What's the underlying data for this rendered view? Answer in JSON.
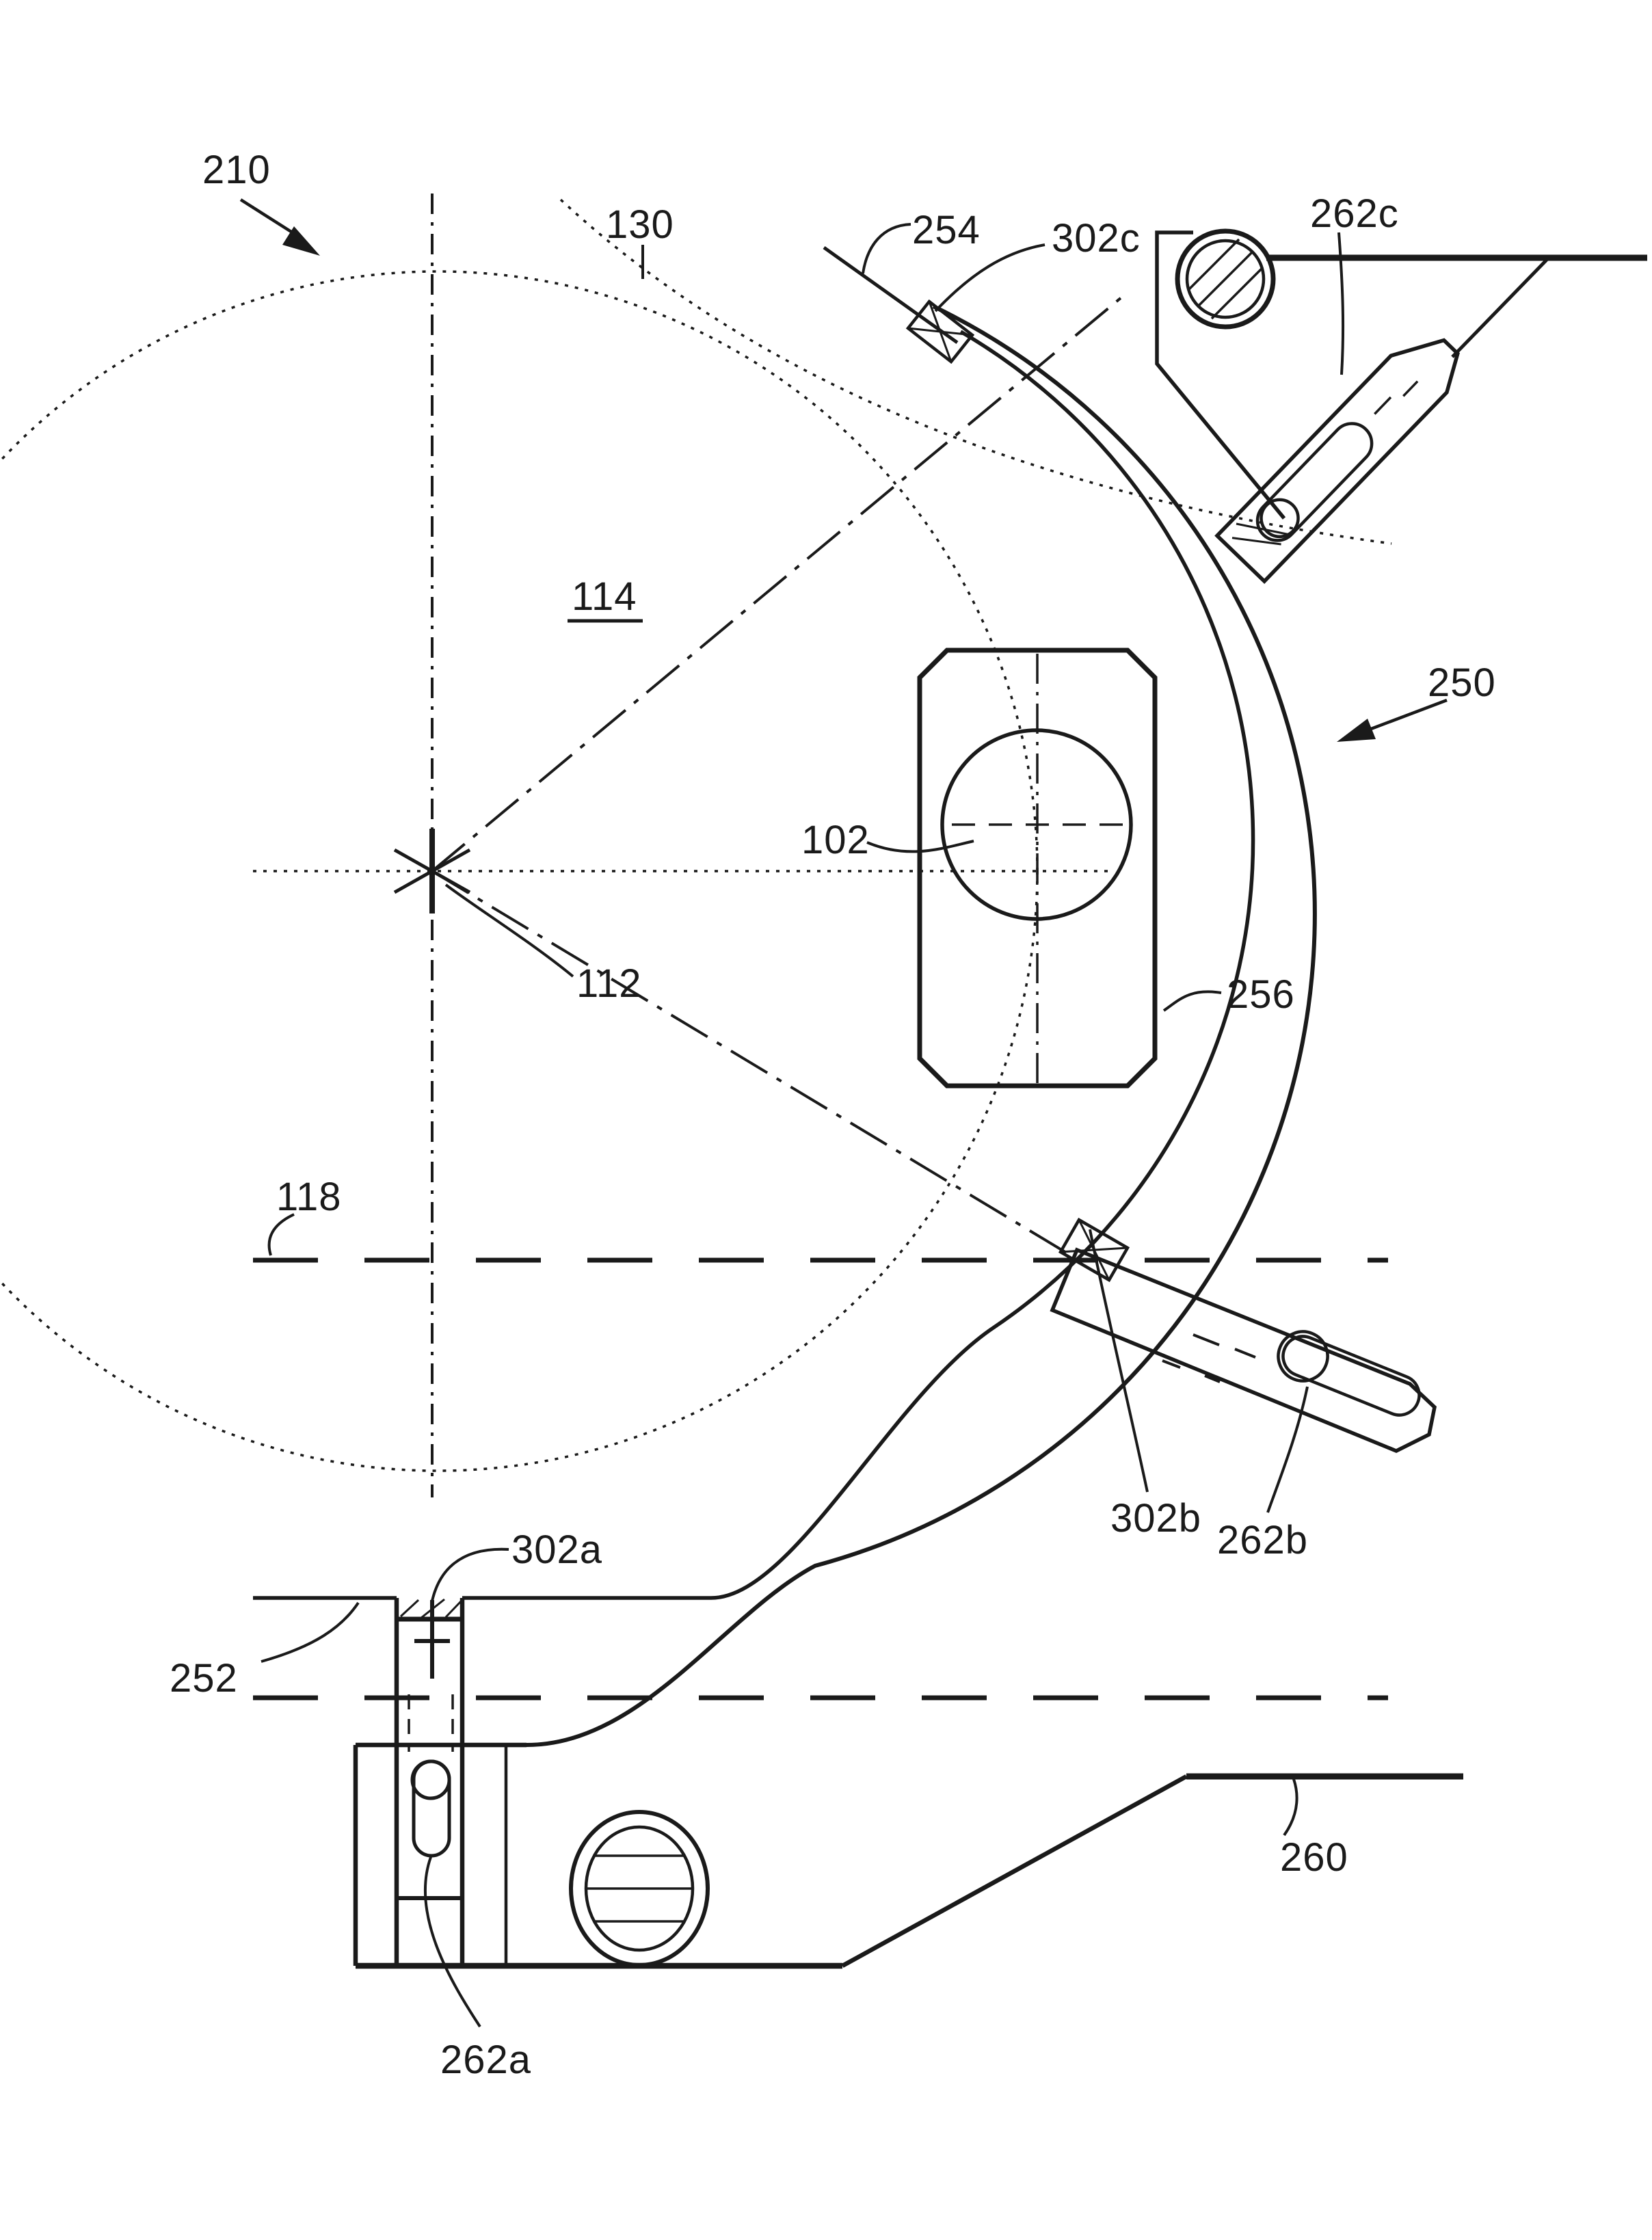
{
  "figure": {
    "type": "patent-line-drawing",
    "colors": {
      "ink": "#1a1a1a",
      "paper": "#ffffff"
    },
    "labels": {
      "l210": {
        "text": "210"
      },
      "l130": {
        "text": "130"
      },
      "l254": {
        "text": "254"
      },
      "l302c": {
        "text": "302c"
      },
      "l262c": {
        "text": "262c"
      },
      "l114": {
        "text": "114"
      },
      "l102": {
        "text": "102"
      },
      "l250": {
        "text": "250"
      },
      "l112": {
        "text": "112"
      },
      "l256": {
        "text": "256"
      },
      "l118": {
        "text": "118"
      },
      "l302b": {
        "text": "302b"
      },
      "l262b": {
        "text": "262b"
      },
      "l302a": {
        "text": "302a"
      },
      "l252": {
        "text": "252"
      },
      "l260": {
        "text": "260"
      },
      "l262a": {
        "text": "262a"
      }
    }
  }
}
